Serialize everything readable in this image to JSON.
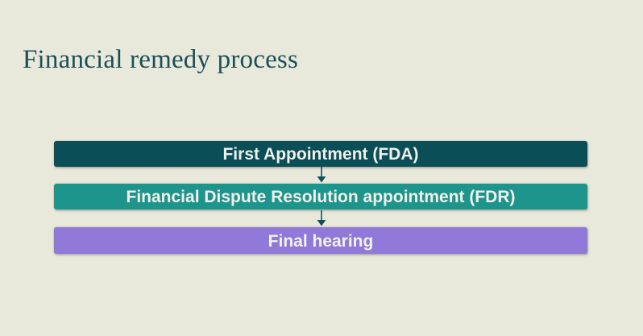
{
  "page": {
    "background_color": "#e8e9db"
  },
  "title": {
    "text": "Financial remedy process",
    "color": "#1b4f58"
  },
  "flow": {
    "label_color": "#f2f1ea",
    "arrow_color": "#11505a",
    "steps": [
      {
        "label": "First Appointment (FDA)",
        "color": "#0a4e58"
      },
      {
        "label": "Financial Dispute Resolution appointment (FDR)",
        "color": "#1d958d"
      },
      {
        "label": "Final hearing",
        "color": "#9079d9"
      }
    ]
  }
}
